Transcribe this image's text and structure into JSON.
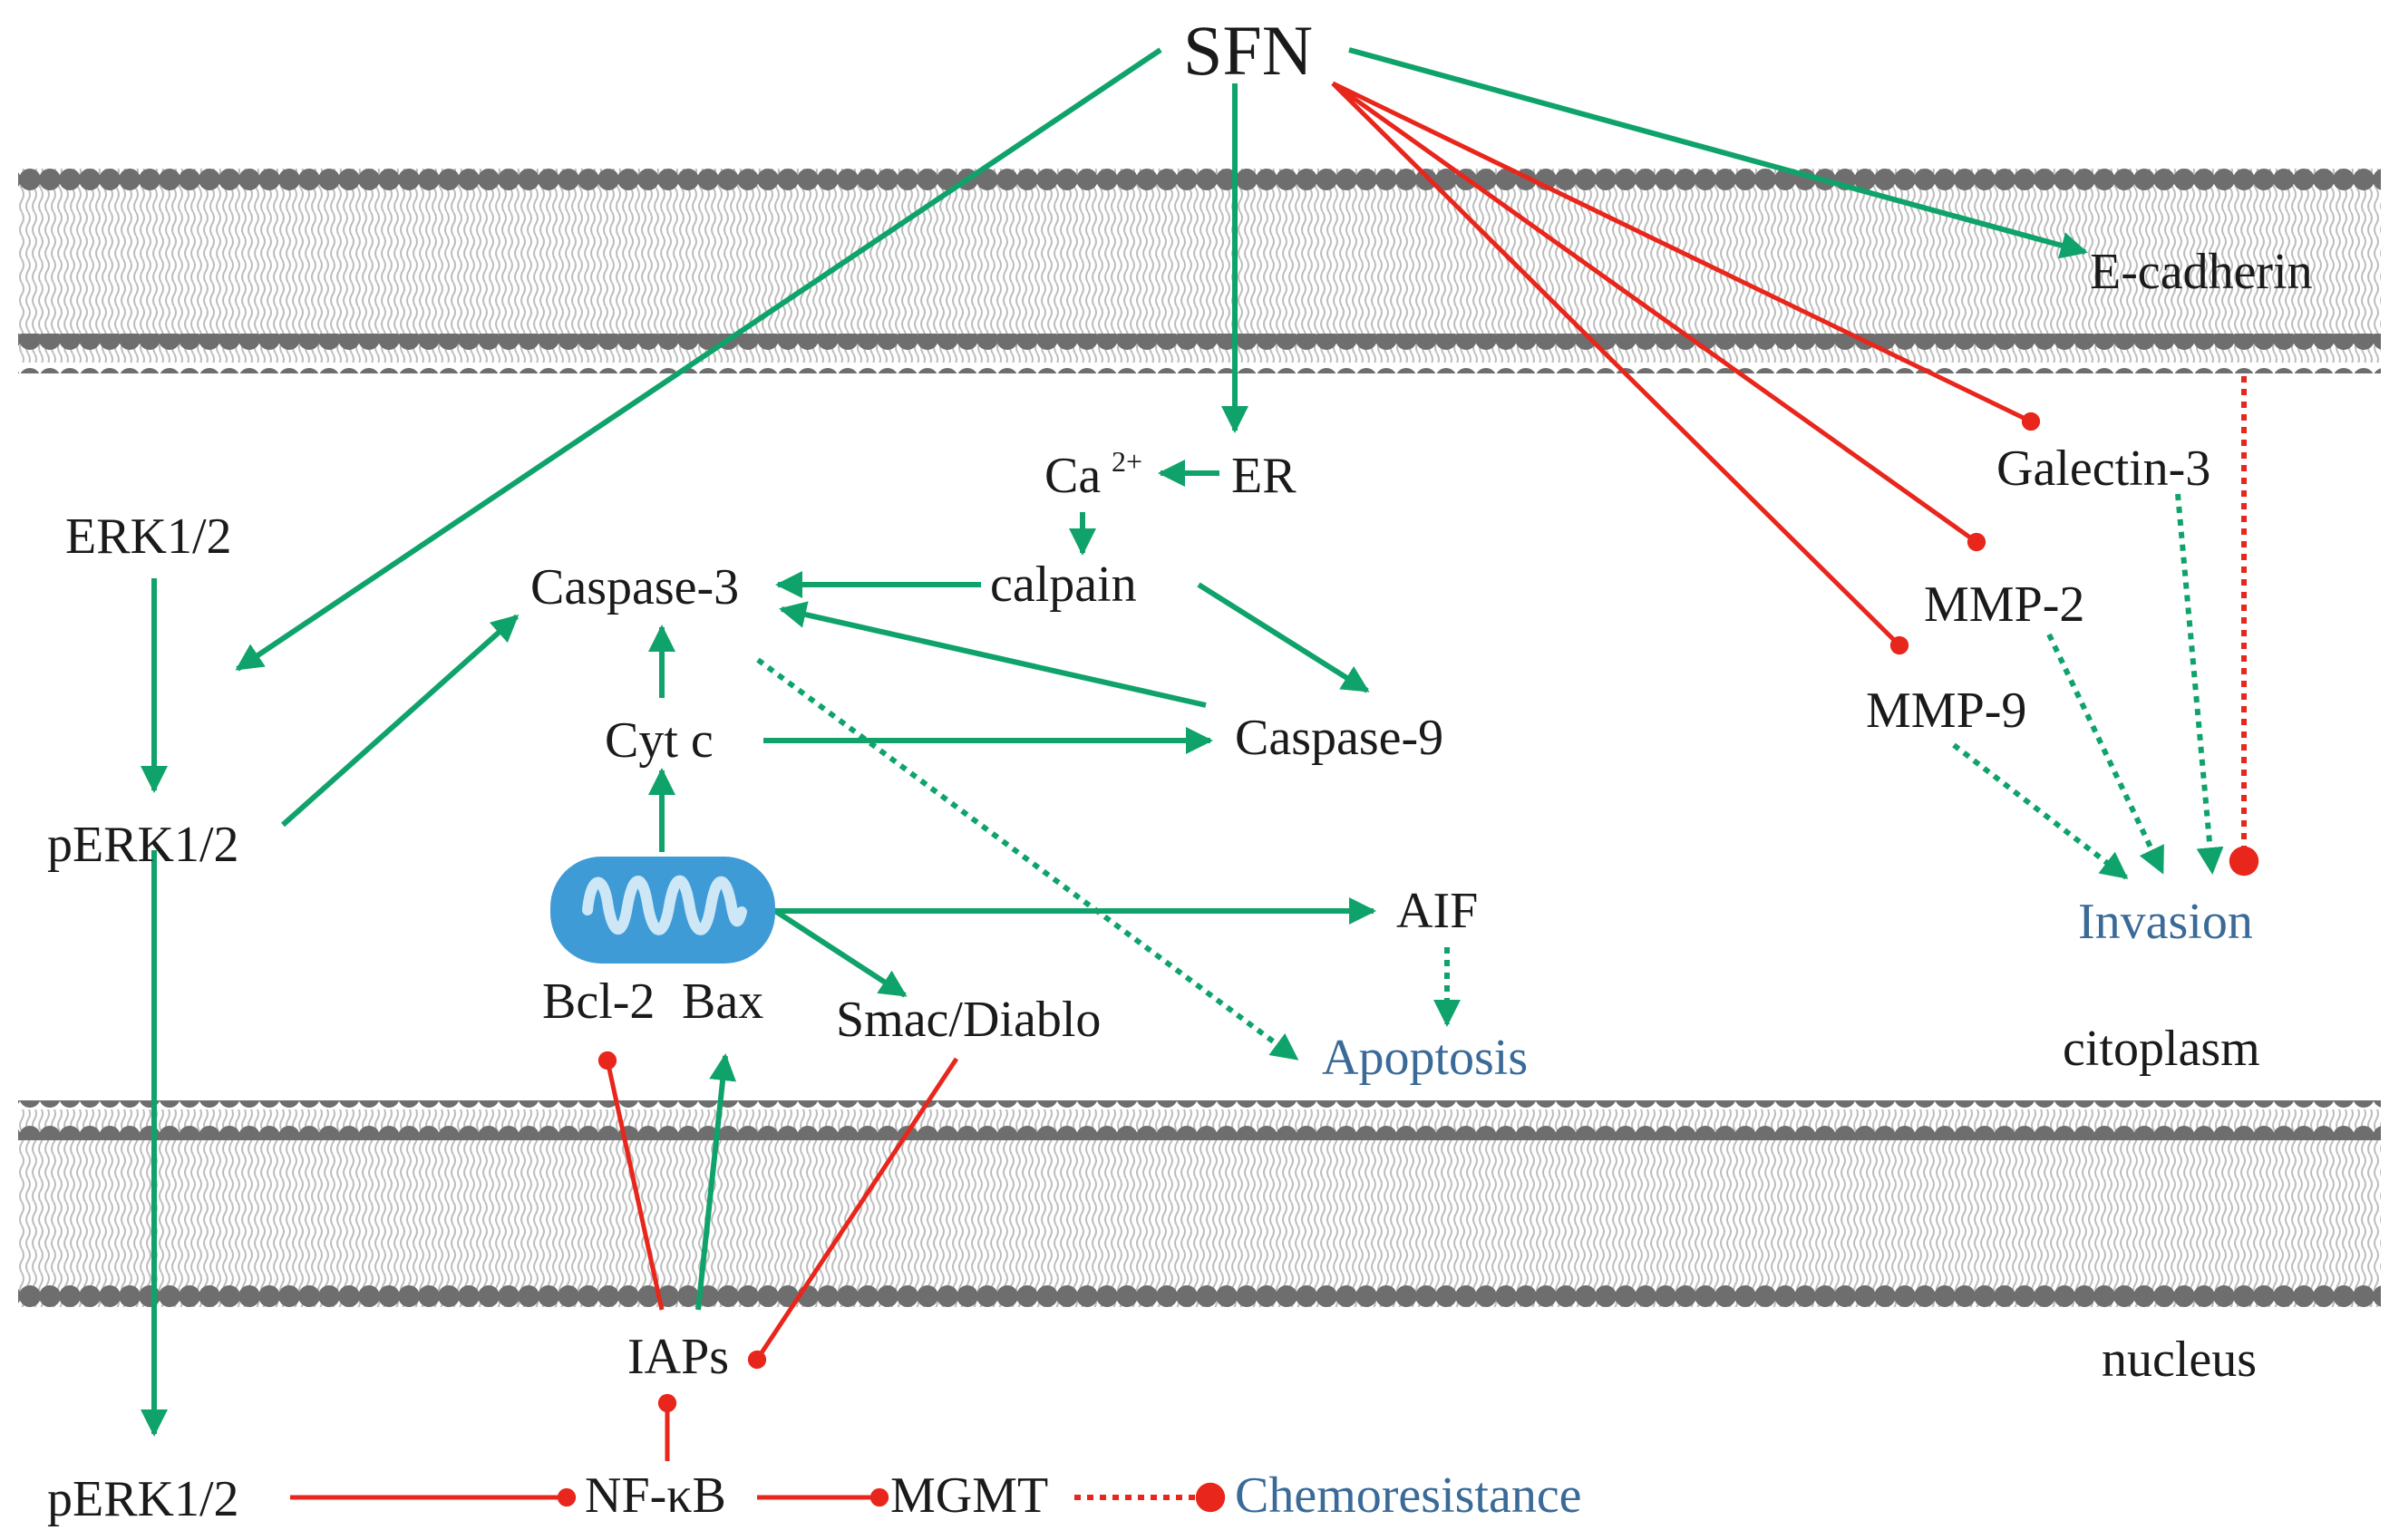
{
  "labels": {
    "sfn": "SFN",
    "e_cadherin": "E-cadherin",
    "ca": "Ca",
    "ca_sup": "2+",
    "er": "ER",
    "galectin3": "Galectin-3",
    "erk12": "ERK1/2",
    "caspase3": "Caspase-3",
    "calpain": "calpain",
    "mmp2": "MMP-2",
    "mmp9": "MMP-9",
    "cytc": "Cyt c",
    "caspase9": "Caspase-9",
    "perk12_upper": "pERK1/2",
    "invasion": "Invasion",
    "aif": "AIF",
    "bcl2": "Bcl-2",
    "bax": "Bax",
    "smac": "Smac/Diablo",
    "apoptosis": "Apoptosis",
    "citoplasm": "citoplasm",
    "iaps": "IAPs",
    "nucleus": "nucleus",
    "perk12_lower": "pERK1/2",
    "nfkb": "NF-κB",
    "mgmt": "MGMT",
    "chemoresistance": "Chemoresistance"
  },
  "colors": {
    "activation": "#0fa36b",
    "inhibition": "#e8261c",
    "outcome_text": "#3a6a98",
    "membrane_head": "#6e6e6e",
    "membrane_tail": "#bdbdbd",
    "mitochondrion": "#3f9bd6"
  },
  "icons": {
    "mitochondrion": "mitochondrion-icon"
  }
}
